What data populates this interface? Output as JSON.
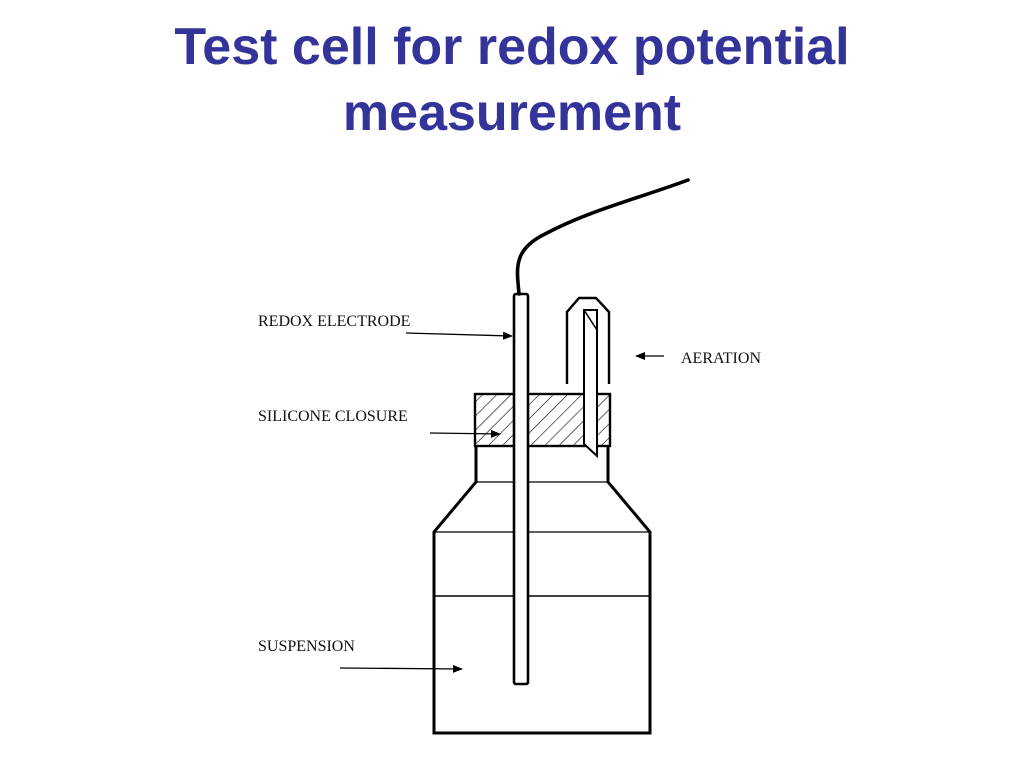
{
  "slide": {
    "title_line1": "Test cell for redox potential",
    "title_line2": "measurement"
  },
  "diagram": {
    "labels": {
      "redox_electrode": "REDOX ELECTRODE",
      "silicone_closure": "SILICONE CLOSURE",
      "aeration": "AERATION",
      "suspension": "SUSPENSION"
    },
    "colors": {
      "title": "#333399",
      "lines": "#000000"
    }
  }
}
